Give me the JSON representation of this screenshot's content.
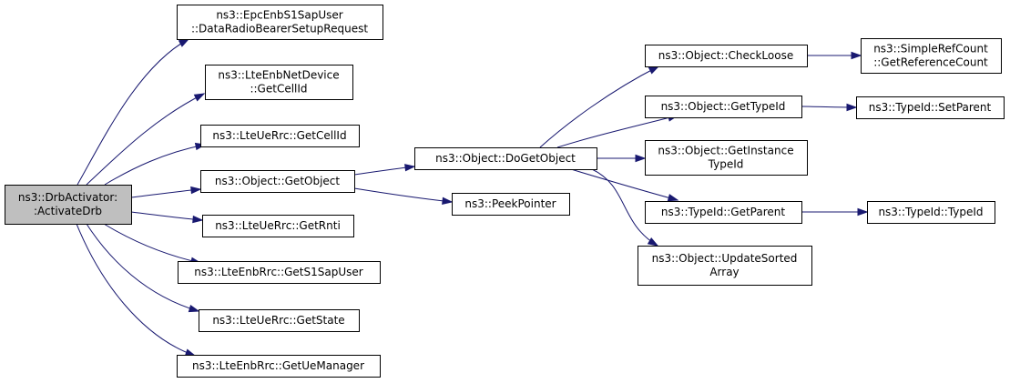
{
  "graph": {
    "edge_color": "#191970",
    "root_fill": "#bfbfbf",
    "node_fill": "#ffffff",
    "nodes": [
      {
        "id": "root",
        "lines": [
          "ns3::DrbActivator:",
          ":ActivateDrb"
        ],
        "root": true
      },
      {
        "id": "epc",
        "lines": [
          "ns3::EpcEnbS1SapUser",
          "::DataRadioBearerSetupRequest"
        ]
      },
      {
        "id": "ltenb",
        "lines": [
          "ns3::LteEnbNetDevice",
          "::GetCellId"
        ]
      },
      {
        "id": "ueCell",
        "lines": [
          "ns3::LteUeRrc::GetCellId"
        ]
      },
      {
        "id": "getObj",
        "lines": [
          "ns3::Object::GetObject"
        ]
      },
      {
        "id": "rnti",
        "lines": [
          "ns3::LteUeRrc::GetRnti"
        ]
      },
      {
        "id": "s1sap",
        "lines": [
          "ns3::LteEnbRrc::GetS1SapUser"
        ]
      },
      {
        "id": "state",
        "lines": [
          "ns3::LteUeRrc::GetState"
        ]
      },
      {
        "id": "ueman",
        "lines": [
          "ns3::LteEnbRrc::GetUeManager"
        ]
      },
      {
        "id": "doGet",
        "lines": [
          "ns3::Object::DoGetObject"
        ]
      },
      {
        "id": "peek",
        "lines": [
          "ns3::PeekPointer"
        ]
      },
      {
        "id": "check",
        "lines": [
          "ns3::Object::CheckLoose"
        ]
      },
      {
        "id": "refc",
        "lines": [
          "ns3::SimpleRefCount",
          "::GetReferenceCount"
        ]
      },
      {
        "id": "gtid",
        "lines": [
          "ns3::Object::GetTypeId"
        ]
      },
      {
        "id": "setpar",
        "lines": [
          "ns3::TypeId::SetParent"
        ]
      },
      {
        "id": "inst",
        "lines": [
          "ns3::Object::GetInstance",
          "TypeId"
        ]
      },
      {
        "id": "getpar",
        "lines": [
          "ns3::TypeId::GetParent"
        ]
      },
      {
        "id": "typeid",
        "lines": [
          "ns3::TypeId::TypeId"
        ]
      },
      {
        "id": "upd",
        "lines": [
          "ns3::Object::UpdateSorted",
          "Array"
        ]
      }
    ],
    "edges": [
      {
        "from": "root",
        "to": "epc"
      },
      {
        "from": "root",
        "to": "ltenb"
      },
      {
        "from": "root",
        "to": "ueCell"
      },
      {
        "from": "root",
        "to": "getObj"
      },
      {
        "from": "root",
        "to": "rnti"
      },
      {
        "from": "root",
        "to": "s1sap"
      },
      {
        "from": "root",
        "to": "state"
      },
      {
        "from": "root",
        "to": "ueman"
      },
      {
        "from": "getObj",
        "to": "doGet"
      },
      {
        "from": "getObj",
        "to": "peek"
      },
      {
        "from": "doGet",
        "to": "check"
      },
      {
        "from": "doGet",
        "to": "gtid"
      },
      {
        "from": "doGet",
        "to": "inst"
      },
      {
        "from": "doGet",
        "to": "getpar"
      },
      {
        "from": "doGet",
        "to": "upd"
      },
      {
        "from": "check",
        "to": "refc"
      },
      {
        "from": "gtid",
        "to": "setpar"
      },
      {
        "from": "getpar",
        "to": "typeid"
      }
    ]
  }
}
